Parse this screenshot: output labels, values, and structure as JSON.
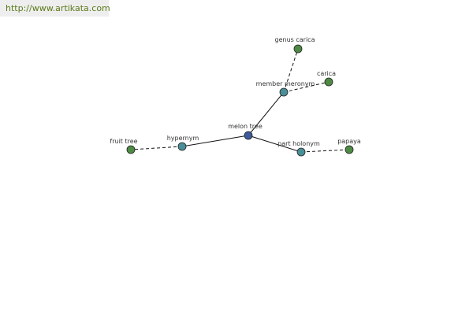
{
  "banner": {
    "url": "http://www.artikata.com"
  },
  "colors": {
    "center": "#3d5a9a",
    "relation": "#4a8f98",
    "term": "#4e8a44",
    "outline": "#222222",
    "edge": "#111111"
  },
  "nodes": [
    {
      "id": "center",
      "label": "melon tree",
      "kind": "center"
    },
    {
      "id": "hypernym",
      "label": "hypernym",
      "kind": "relation"
    },
    {
      "id": "member_meronym",
      "label": "member meronym",
      "kind": "relation"
    },
    {
      "id": "part_holonym",
      "label": "part holonym",
      "kind": "relation"
    },
    {
      "id": "fruit_tree",
      "label": "fruit tree",
      "kind": "term"
    },
    {
      "id": "genus_carica",
      "label": "genus carica",
      "kind": "term"
    },
    {
      "id": "carica",
      "label": "carica",
      "kind": "term"
    },
    {
      "id": "papaya",
      "label": "papaya",
      "kind": "term"
    }
  ],
  "edges": [
    {
      "from": "center",
      "to": "hypernym",
      "style": "solid"
    },
    {
      "from": "center",
      "to": "member_meronym",
      "style": "solid"
    },
    {
      "from": "center",
      "to": "part_holonym",
      "style": "solid"
    },
    {
      "from": "hypernym",
      "to": "fruit_tree",
      "style": "dashed"
    },
    {
      "from": "member_meronym",
      "to": "genus_carica",
      "style": "dashed"
    },
    {
      "from": "member_meronym",
      "to": "carica",
      "style": "dashed"
    },
    {
      "from": "part_holonym",
      "to": "papaya",
      "style": "dashed"
    }
  ]
}
